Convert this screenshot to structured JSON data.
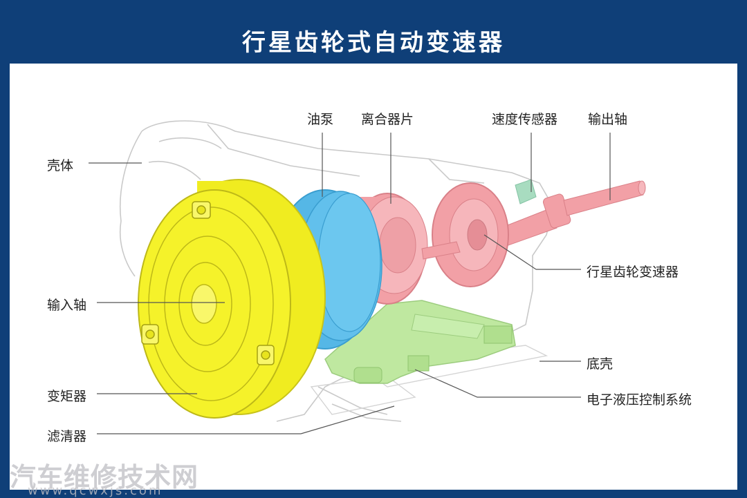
{
  "title": "行星齿轮式自动变速器",
  "labels": {
    "shell": "壳体",
    "oil_pump": "油泵",
    "clutch_plate": "离合器片",
    "speed_sensor": "速度传感器",
    "output_shaft": "输出轴",
    "planetary_gear": "行星齿轮变速器",
    "input_shaft": "输入轴",
    "torque_converter": "变矩器",
    "oil_pan": "底壳",
    "hydraulic_control": "电子液压控制系统",
    "filter": "滤清器"
  },
  "watermark": {
    "text": "汽车维修技术网",
    "url": "www.qcwxjs.com"
  },
  "colors": {
    "frame": "#0f3f78",
    "torque_converter": "#f5f22a",
    "oil_pump": "#55b7e6",
    "clutch_gear": "#f2a0a6",
    "control_body": "#bfe8a0",
    "sensor": "#a8dcc0"
  }
}
